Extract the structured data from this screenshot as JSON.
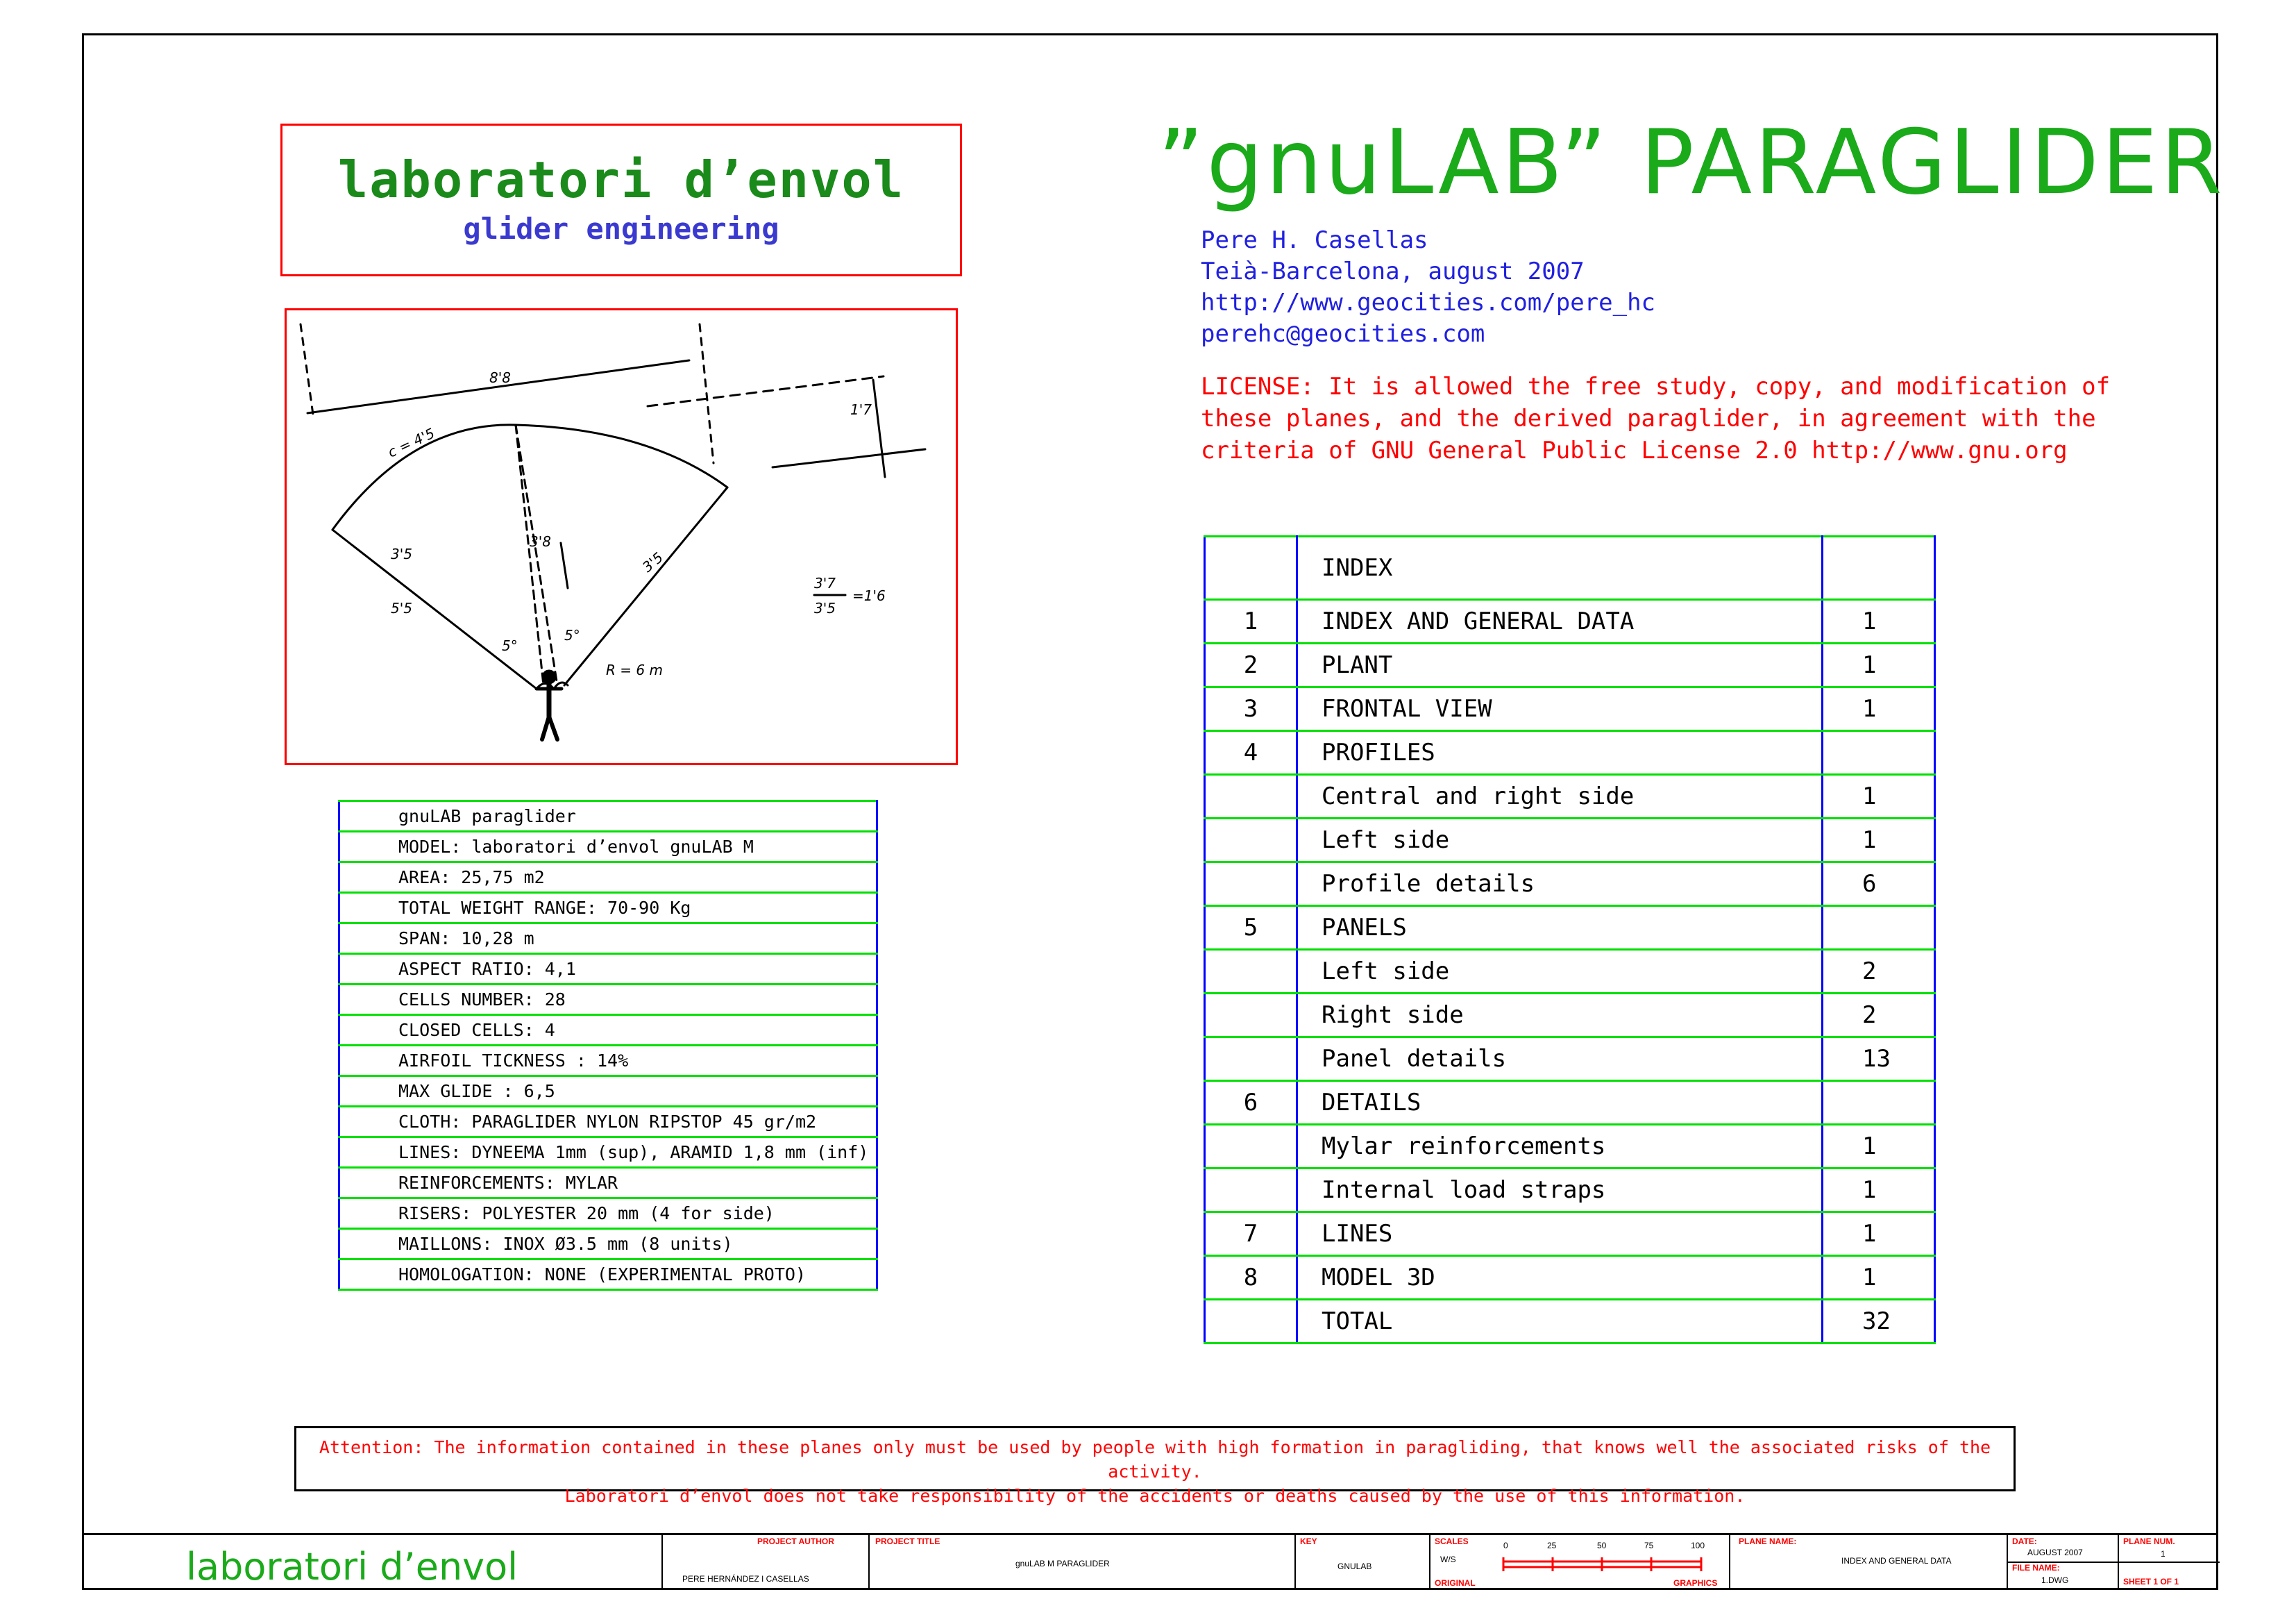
{
  "logo": {
    "title": "laboratori d’envol",
    "subtitle": "glider engineering"
  },
  "header": {
    "title": "”gnuLAB” PARAGLIDER",
    "author": "Pere H. Casellas",
    "location": "Teià-Barcelona, august 2007",
    "url": "http://www.geocities.com/pere_hc",
    "email": "perehc@geocities.com"
  },
  "license": {
    "text": "LICENSE: It is allowed the free study, copy, and modification of these planes, and the derived paraglider, in agreement with the criteria of GNU General Public License 2.0 http://www.gnu.org"
  },
  "sketch": {
    "labels": [
      "8'8",
      "1'7",
      "c = 4'5",
      "3'5",
      "3'8",
      "3'5",
      "5'5",
      "3'7",
      "3'5",
      "=1'6",
      "5°",
      "5°",
      "R = 6 m"
    ]
  },
  "specs": [
    "gnuLAB paraglider",
    "MODEL:   laboratori d’envol gnuLAB M",
    "AREA:   25,75 m2",
    "TOTAL WEIGHT RANGE: 70-90 Kg",
    "SPAN:   10,28 m",
    "ASPECT RATIO: 4,1",
    "CELLS NUMBER: 28",
    "CLOSED CELLS: 4",
    "AIRFOIL TICKNESS : 14%",
    "MAX GLIDE : 6,5",
    "CLOTH: PARAGLIDER NYLON RIPSTOP 45 gr/m2",
    "LINES: DYNEEMA 1mm (sup), ARAMID 1,8 mm (inf)",
    "REINFORCEMENTS: MYLAR",
    "RISERS: POLYESTER 20 mm (4 for side)",
    "MAILLONS: INOX Ø3.5 mm (8 units)",
    "HOMOLOGATION: NONE (EXPERIMENTAL PROTO)"
  ],
  "index": {
    "header": "INDEX",
    "rows": [
      {
        "num": "1",
        "name": "INDEX AND GENERAL DATA",
        "pages": "1"
      },
      {
        "num": "2",
        "name": "PLANT",
        "pages": "1"
      },
      {
        "num": "3",
        "name": "FRONTAL VIEW",
        "pages": "1"
      },
      {
        "num": "4",
        "name": "PROFILES",
        "pages": ""
      },
      {
        "num": "",
        "name": "Central and right side",
        "pages": "1"
      },
      {
        "num": "",
        "name": "Left side",
        "pages": "1"
      },
      {
        "num": "",
        "name": "Profile details",
        "pages": "6"
      },
      {
        "num": "5",
        "name": "PANELS",
        "pages": ""
      },
      {
        "num": "",
        "name": "Left side",
        "pages": "2"
      },
      {
        "num": "",
        "name": "Right side",
        "pages": "2"
      },
      {
        "num": "",
        "name": "Panel details",
        "pages": "13"
      },
      {
        "num": "6",
        "name": "DETAILS",
        "pages": ""
      },
      {
        "num": "",
        "name": "Mylar reinforcements",
        "pages": "1"
      },
      {
        "num": "",
        "name": "Internal load straps",
        "pages": "1"
      },
      {
        "num": "7",
        "name": "LINES",
        "pages": "1"
      },
      {
        "num": "8",
        "name": "MODEL 3D",
        "pages": "1"
      },
      {
        "num": "",
        "name": "TOTAL",
        "pages": "32"
      }
    ]
  },
  "attention": {
    "line1": "Attention: The information contained in these planes only must be used by people with high formation in paragliding, that knows well the associated risks of the activity.",
    "line2": "Laboratori d’envol does not take responsibility of the accidents or deaths caused by the use of this information."
  },
  "title_block": {
    "logo_text": "laboratori d’envol",
    "project_author_label": "PROJECT AUTHOR",
    "project_author": "PERE HERNÁNDEZ I CASELLAS",
    "project_title_label": "PROJECT TITLE",
    "project_title": "gnuLAB M PARAGLIDER",
    "key_label": "KEY",
    "key": "GNULAB",
    "scales_label": "SCALES",
    "scales_value": "W/S",
    "original_label": "ORIGINAL",
    "graphics_label": "GRAPHICS",
    "scale_ticks": [
      "0",
      "25",
      "50",
      "75",
      "100"
    ],
    "plane_name_label": "PLANE NAME:",
    "plane_name": "INDEX AND GENERAL DATA",
    "date_label": "DATE:",
    "date": "AUGUST 2007",
    "file_name_label": "FILE NAME:",
    "file_name": "1.DWG",
    "plane_num_label": "PLANE NUM.",
    "plane_num": "1",
    "sheet": "SHEET 1 OF 1"
  },
  "colors": {
    "green_text": "#1aaa1a",
    "blue_text": "#2020e0",
    "red": "#ff0000",
    "row_line": "#00e000",
    "col_line": "#0000ff"
  }
}
